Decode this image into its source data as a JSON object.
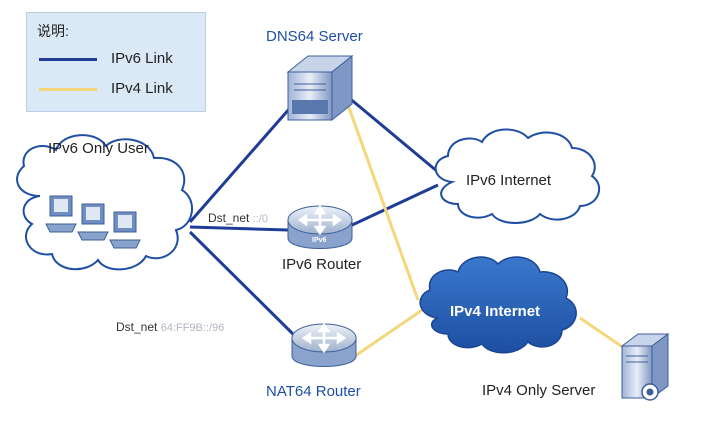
{
  "legend": {
    "title": "说明:",
    "items": [
      {
        "label": "IPv6 Link",
        "color": "#1f3c96"
      },
      {
        "label": "IPv4 Link",
        "color": "#f4d77a"
      }
    ]
  },
  "nodes": {
    "dns64_server": "DNS64 Server",
    "ipv6_only_user": "IPv6 Only User",
    "ipv6_internet": "IPv6 Internet",
    "ipv6_router": "IPv6 Router",
    "ipv4_internet": "IPv4 Internet",
    "nat64_router": "NAT64 Router",
    "ipv4_only_server": "IPv4 Only Server"
  },
  "annotations": {
    "dst_net_1_prefix": "Dst_net",
    "dst_net_1_value": "::/0",
    "dst_net_2_prefix": "Dst_net",
    "dst_net_2_value": "64:FF9B::/96",
    "router_badge": "IPv6"
  },
  "colors": {
    "ipv6_link": "#1f3c96",
    "ipv4_link": "#f4d77a",
    "router_fill": "#c9d6e8",
    "cloud_outline": "#1f4fa5",
    "ipv4_cloud_fill": "#2660b8",
    "legend_bg": "#dbe9f6"
  }
}
